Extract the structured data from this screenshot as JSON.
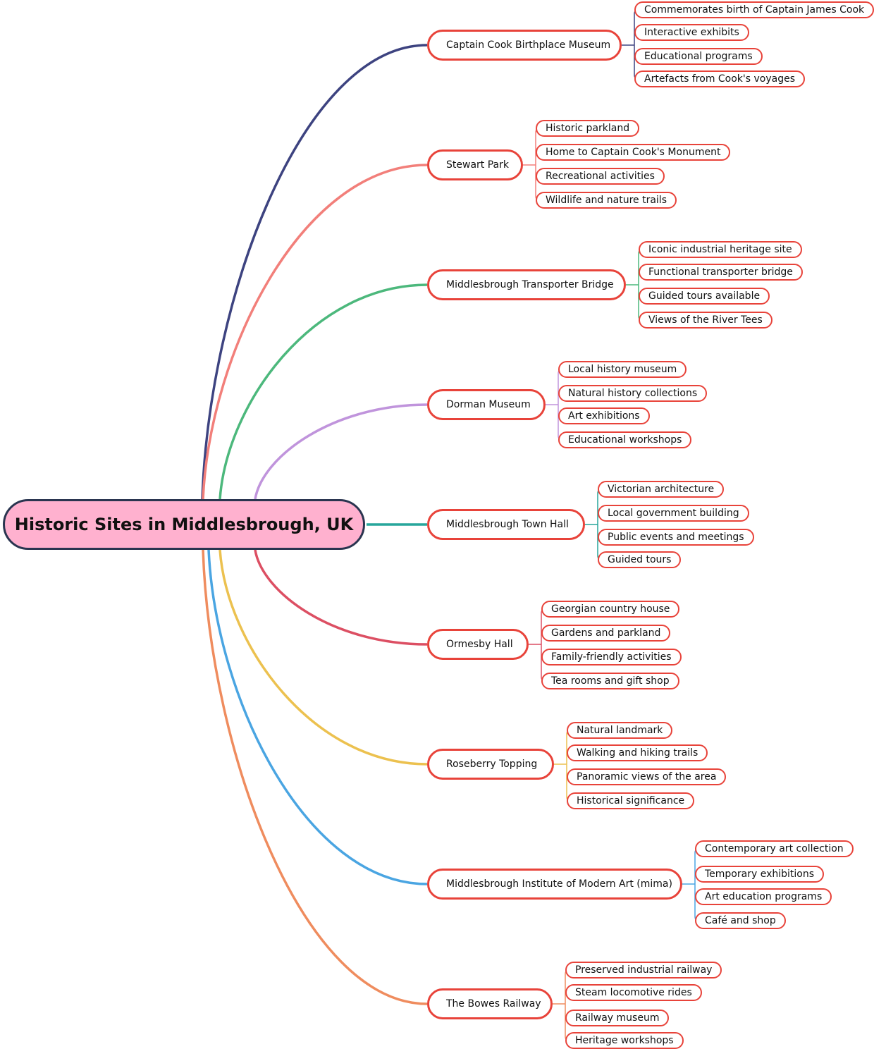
{
  "root": {
    "label": "Historic Sites in Middlesbrough, UK"
  },
  "colors": {
    "root_fill": "#ffb1cf",
    "root_border": "#2a3550",
    "node_border": "#e8433a"
  },
  "branches": [
    {
      "label": "Captain Cook Birthplace Museum",
      "color": "#3d4380",
      "children": [
        "Commemorates birth of Captain James Cook",
        "Interactive exhibits",
        "Educational programs",
        "Artefacts from Cook's voyages"
      ]
    },
    {
      "label": "Stewart Park",
      "color": "#f27f7a",
      "children": [
        "Historic parkland",
        "Home to Captain Cook's Monument",
        "Recreational activities",
        "Wildlife and nature trails"
      ]
    },
    {
      "label": "Middlesbrough Transporter Bridge",
      "color": "#4cb87c",
      "children": [
        "Iconic industrial heritage site",
        "Functional transporter bridge",
        "Guided tours available",
        "Views of the River Tees"
      ]
    },
    {
      "label": "Dorman Museum",
      "color": "#c094dc",
      "children": [
        "Local history museum",
        "Natural history collections",
        "Art exhibitions",
        "Educational workshops"
      ]
    },
    {
      "label": "Middlesbrough Town Hall",
      "color": "#27a69b",
      "children": [
        "Victorian architecture",
        "Local government building",
        "Public events and meetings",
        "Guided tours"
      ]
    },
    {
      "label": "Ormesby Hall",
      "color": "#dc4f63",
      "children": [
        "Georgian country house",
        "Gardens and parkland",
        "Family-friendly activities",
        "Tea rooms and gift shop"
      ]
    },
    {
      "label": "Roseberry Topping",
      "color": "#ecc14f",
      "children": [
        "Natural landmark",
        "Walking and hiking trails",
        "Panoramic views of the area",
        "Historical significance"
      ]
    },
    {
      "label": "Middlesbrough Institute of Modern Art (mima)",
      "color": "#4aa5e2",
      "children": [
        "Contemporary art collection",
        "Temporary exhibitions",
        "Art education programs",
        "Café and shop"
      ]
    },
    {
      "label": "The Bowes Railway",
      "color": "#ef8c5e",
      "children": [
        "Preserved industrial railway",
        "Steam locomotive rides",
        "Railway museum",
        "Heritage workshops"
      ]
    }
  ]
}
